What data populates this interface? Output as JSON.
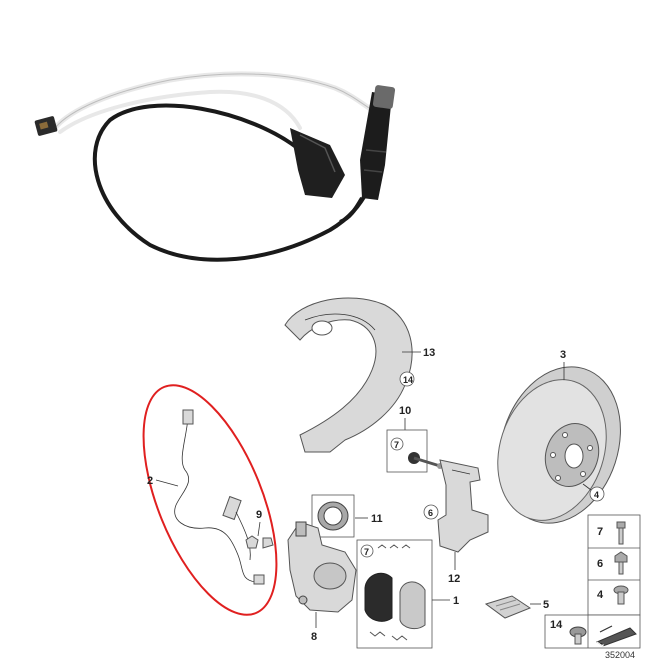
{
  "callouts": {
    "n1": "1",
    "n2": "2",
    "n3": "3",
    "n4": "4",
    "n4b": "4",
    "n5": "5",
    "n6": "6",
    "n6b": "6",
    "n7a": "7",
    "n7b": "7",
    "n7c": "7",
    "n8": "8",
    "n9": "9",
    "n10": "10",
    "n11": "11",
    "n12": "12",
    "n13": "13",
    "n14": "14",
    "n14b": "14"
  },
  "drawing_ref": "352004",
  "colors": {
    "highlight": "#e02020",
    "cable": "#1a1a1a",
    "cable_sheath": "#e8e8e8",
    "part_fill": "#d9d9d9",
    "outline": "#555555"
  }
}
